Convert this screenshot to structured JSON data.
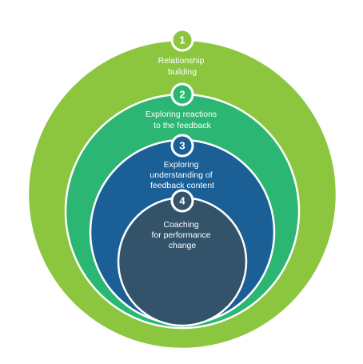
{
  "diagram": {
    "stages": [
      {
        "number": "1",
        "label_lines": [
          "Relationship",
          "building"
        ],
        "color": "#8cc63f"
      },
      {
        "number": "2",
        "label_lines": [
          "Exploring reactions",
          "to the feedback"
        ],
        "color": "#2bb673"
      },
      {
        "number": "3",
        "label_lines": [
          "Exploring",
          "understanding of",
          "feedback content"
        ],
        "color": "#1b5f97"
      },
      {
        "number": "4",
        "label_lines": [
          "Coaching",
          "for performance",
          "change"
        ],
        "color": "#33536b"
      }
    ]
  }
}
